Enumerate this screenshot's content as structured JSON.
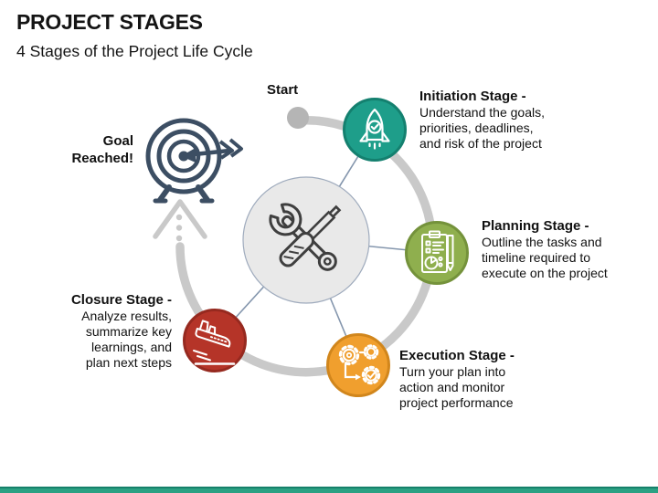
{
  "slide": {
    "title": "PROJECT STAGES",
    "subtitle": "4 Stages of the Project Life Cycle"
  },
  "diagram": {
    "start_label": "Start",
    "goal_label_line1": "Goal",
    "goal_label_line2": "Reached!",
    "center_icon": "tools-icon",
    "goal_icon": "target-arrow-icon",
    "arc_color": "#C9C9C9",
    "spoke_color": "#8496AD",
    "center_circle_color": "#E9E9E9",
    "goal_icon_color": "#3C4E63",
    "footer_bar_color": "#2BA183"
  },
  "stages": [
    {
      "name": "Initiation",
      "heading": "Initiation Stage -",
      "description_lines": [
        "Understand the goals,",
        "priorities, deadlines,",
        "and risk of the project"
      ],
      "color": "#1E9E8A",
      "icon": "rocket-icon"
    },
    {
      "name": "Planning",
      "heading": "Planning Stage -",
      "description_lines": [
        "Outline the tasks and",
        "timeline required to",
        "execute on the project"
      ],
      "color": "#8FAF4E",
      "icon": "clipboard-pen-icon"
    },
    {
      "name": "Execution",
      "heading": "Execution Stage -",
      "description_lines": [
        "Turn your plan into",
        "action and monitor",
        "project performance"
      ],
      "color": "#F09F2E",
      "icon": "gears-icon"
    },
    {
      "name": "Closure",
      "heading": "Closure Stage -",
      "description_lines": [
        "Analyze results,",
        "summarize key",
        "learnings, and",
        "plan next steps"
      ],
      "color": "#B53428",
      "icon": "plane-landing-icon"
    }
  ]
}
